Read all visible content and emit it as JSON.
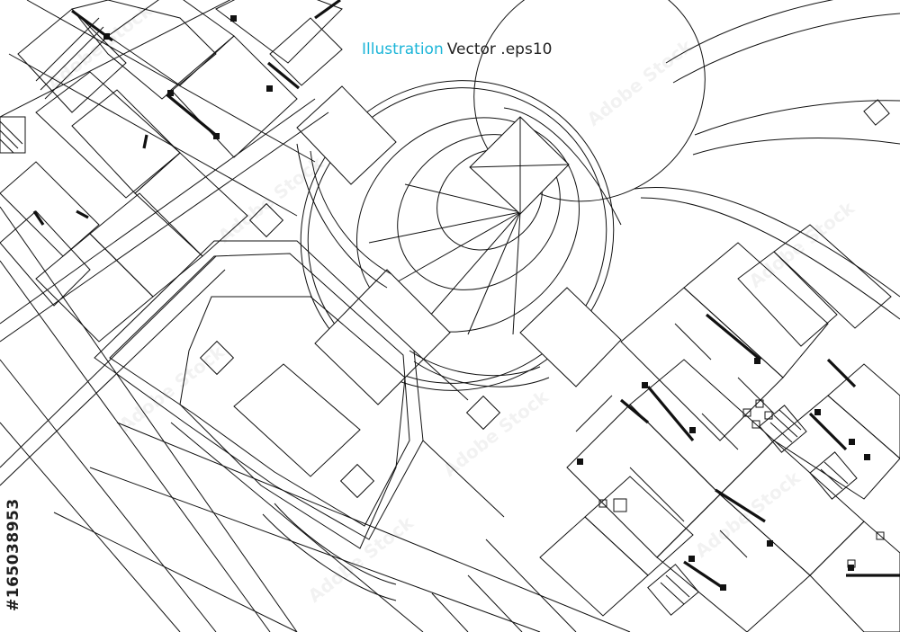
{
  "caption": {
    "highlight": "Illustration",
    "rest": "Vector .eps10",
    "highlight_color": "#1cb5d8"
  },
  "stock_id": "#165038953",
  "watermark": "Adobe Stock"
}
